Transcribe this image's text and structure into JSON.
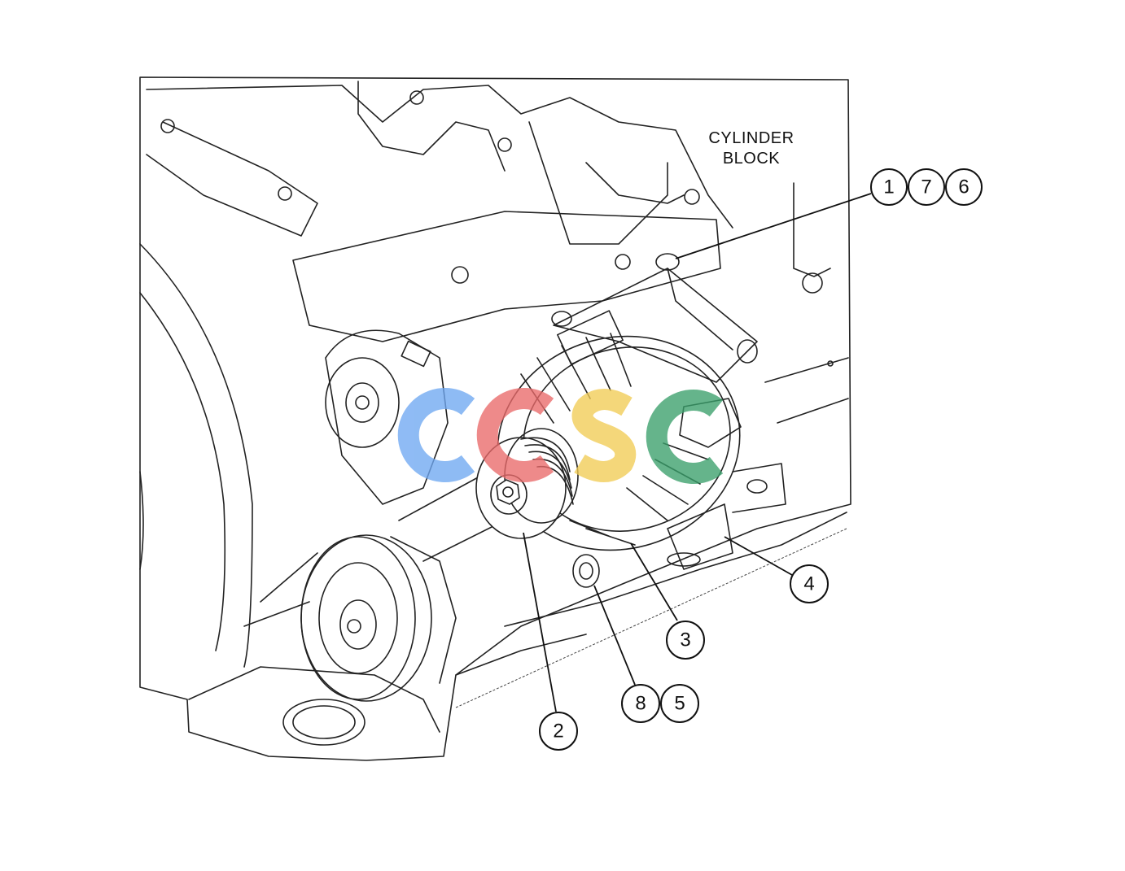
{
  "block_label": {
    "line1": "CYLINDER",
    "line2": "BLOCK"
  },
  "callouts": [
    {
      "id": "c1",
      "text": "1"
    },
    {
      "id": "c7",
      "text": "7"
    },
    {
      "id": "c6",
      "text": "6"
    },
    {
      "id": "c4",
      "text": "4"
    },
    {
      "id": "c3",
      "text": "3"
    },
    {
      "id": "c8",
      "text": "8"
    },
    {
      "id": "c5",
      "text": "5"
    },
    {
      "id": "c2",
      "text": "2"
    }
  ],
  "watermark": {
    "letters": [
      "C",
      "C",
      "S",
      "C"
    ],
    "colors": [
      "#6fa8f2",
      "#ea6a6a",
      "#f2cc55",
      "#3aa06b"
    ]
  },
  "colors": {
    "ink": "#222222",
    "background": "#ffffff"
  }
}
